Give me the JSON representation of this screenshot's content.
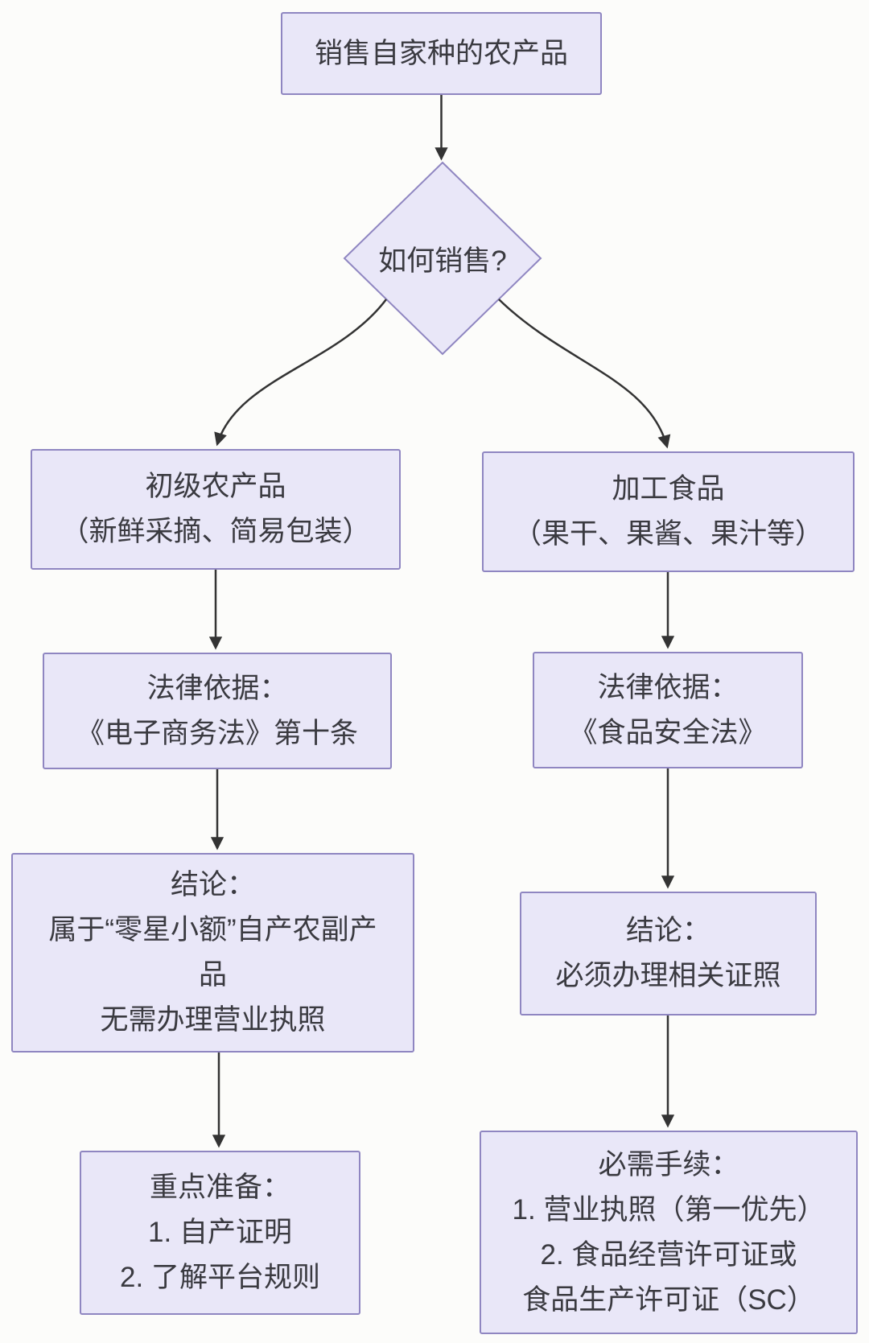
{
  "nodes": {
    "start": {
      "lines": [
        "销售自家种的农产品"
      ]
    },
    "decision": {
      "label": "如何销售?"
    },
    "primary": {
      "lines": [
        "初级农产品",
        "（新鲜采摘、简易包装）"
      ]
    },
    "processed": {
      "lines": [
        "加工食品",
        "（果干、果酱、果汁等）"
      ]
    },
    "legal_primary": {
      "lines": [
        "法律依据：",
        "《电子商务法》第十条"
      ]
    },
    "legal_processed": {
      "lines": [
        "法律依据：",
        "《食品安全法》"
      ]
    },
    "conclusion_primary": {
      "lines": [
        "结论：",
        "属于“零星小额”自产农副产",
        "品",
        "无需办理营业执照"
      ]
    },
    "conclusion_processed": {
      "lines": [
        "结论：",
        "必须办理相关证照"
      ]
    },
    "prep_primary": {
      "lines": [
        "重点准备：",
        "1. 自产证明",
        "2. 了解平台规则"
      ]
    },
    "required_processed": {
      "lines": [
        "必需手续：",
        "1. 营业执照（第一优先）",
        "2. 食品经营许可证或",
        "食品生产许可证（SC）"
      ]
    }
  },
  "colors": {
    "node_fill": "#e9e7f8",
    "node_border": "#8f86c1",
    "text": "#3a3a40",
    "arrow": "#333333",
    "background": "#fcfcfa"
  }
}
